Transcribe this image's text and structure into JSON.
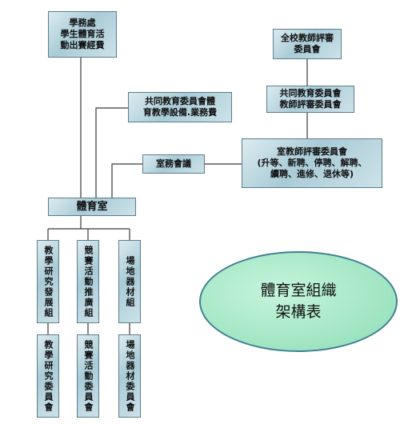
{
  "nodes": {
    "student_sports_fund": "學務處\n學生體育活\n動出賽經費",
    "joint_committee_facilities": "共同教育委員會體\n育教學設備.業務費",
    "office": "體育室",
    "office_meeting": "室務會議",
    "school_review": "全校教師評審\n委員會",
    "joint_review": "共同教育委員會\n教師評審委員會",
    "office_review": "室教師評審委員會\n(升等、新聘、停聘、解聘、\n續聘、進修、退休等)",
    "teaching_research_group": "教學研究發展組",
    "sports_activity_group": "競賽活動推廣組",
    "venue_equipment_group": "場地器材組",
    "teaching_research_committee": "教學研究委員會",
    "sports_activity_committee": "競賽活動委員會",
    "venue_equipment_committee": "場地器材委員會"
  },
  "title": "體育室組織\n架構表",
  "colors": {
    "line": "#3a3a3a",
    "box_border": "#5a7d8c",
    "ellipse_fill": "#a8e8c8",
    "ellipse_border": "#3f7f93"
  }
}
